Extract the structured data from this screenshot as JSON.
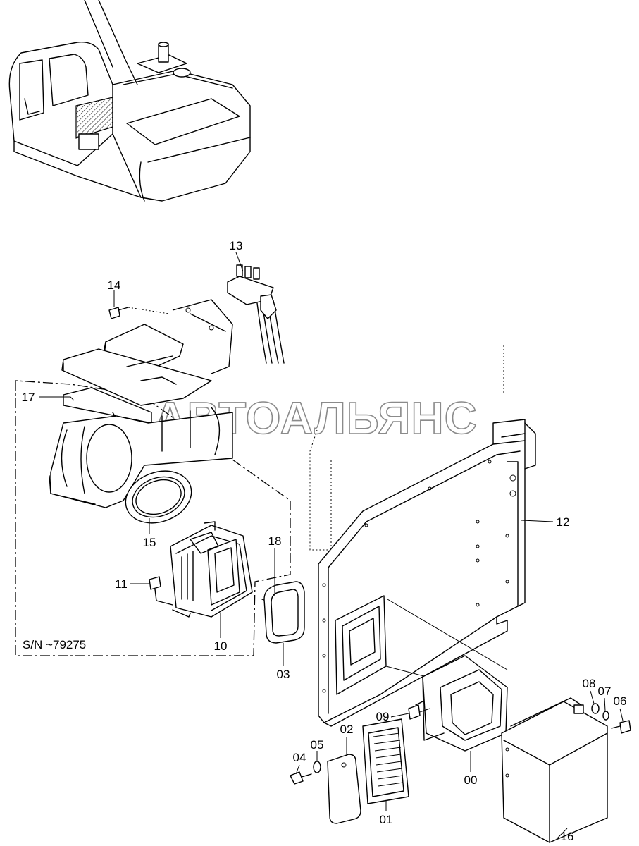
{
  "watermark": "АВТОАЛЬЯНС",
  "serial_note": "S/N ~79275",
  "callouts": [
    "13",
    "14",
    "17",
    "12",
    "15",
    "18",
    "11",
    "10",
    "03",
    "02",
    "05",
    "04",
    "01",
    "09",
    "00",
    "16",
    "08",
    "07",
    "06"
  ]
}
